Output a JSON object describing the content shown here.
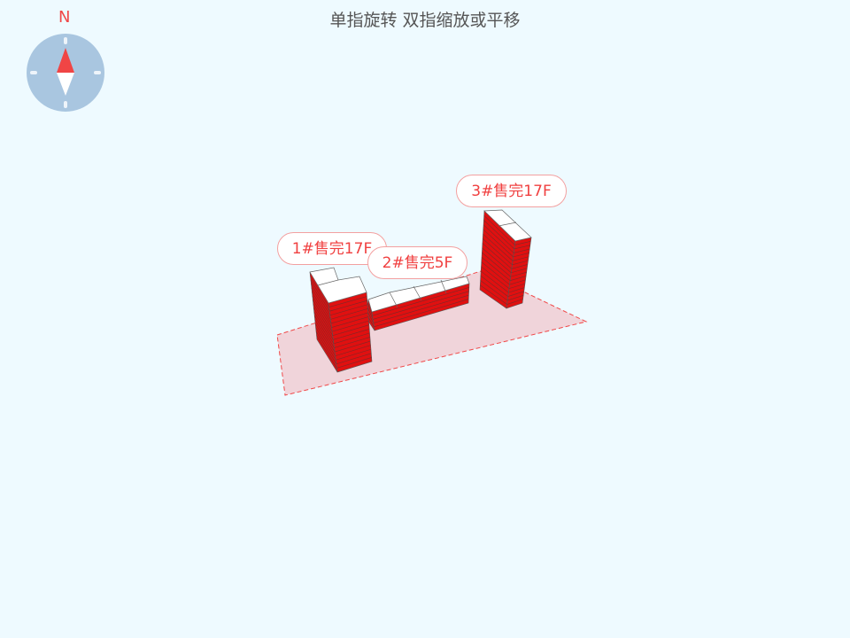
{
  "hint": "单指旋转 双指缩放或平移",
  "compass": {
    "north_label": "N"
  },
  "buildings": [
    {
      "label": "1#售完17F",
      "floors": 17
    },
    {
      "label": "2#售完5F",
      "floors": 5
    },
    {
      "label": "3#售完17F",
      "floors": 17
    }
  ],
  "colors": {
    "sold": "#e01010",
    "ground": "#f0d4da",
    "ground_border": "#f04848",
    "accent": "#f04848"
  }
}
